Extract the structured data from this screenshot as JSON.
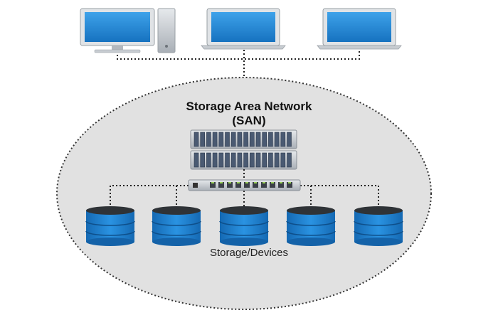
{
  "diagram": {
    "title_line1": "Storage Area Network",
    "title_line2": "(SAN)",
    "storage_label": "Storage/Devices"
  },
  "nodes": {
    "clients": [
      {
        "icon": "desktop-computer-icon"
      },
      {
        "icon": "laptop-icon"
      },
      {
        "icon": "laptop-icon"
      }
    ],
    "servers": {
      "icon": "server-rack-icon",
      "units": 2
    },
    "switch": {
      "icon": "network-switch-icon",
      "ports": 10
    },
    "storage": [
      {
        "icon": "database-icon"
      },
      {
        "icon": "database-icon"
      },
      {
        "icon": "database-icon"
      },
      {
        "icon": "database-icon"
      },
      {
        "icon": "database-icon"
      }
    ]
  },
  "colors": {
    "screen_blue": "#1f87d6",
    "device_silver": "#c9ced4",
    "db_blue": "#1e7fd0",
    "network_circle": "#e1e1e1",
    "line": "#222222"
  }
}
